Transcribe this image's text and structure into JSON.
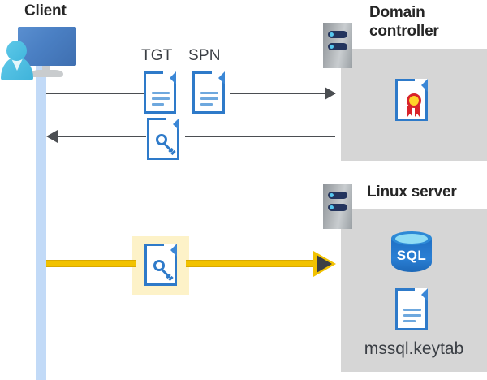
{
  "diagram": {
    "title_client": "Client",
    "title_domain_controller": "Domain controller",
    "title_linux_server": "Linux server",
    "labels": {
      "tgt": "TGT",
      "spn": "SPN",
      "sql": "SQL",
      "keytab_filename": "mssql.keytab"
    },
    "icons": {
      "client_user": "user-icon",
      "client_monitor": "monitor-icon",
      "dc_rack": "server-rack-icon",
      "linux_rack": "server-rack-icon",
      "tgt_doc": "document-icon",
      "spn_doc": "document-icon",
      "ticket_doc": "document-key-icon",
      "keytab_flow_doc": "document-key-icon",
      "certificate": "certificate-document-icon",
      "sql_database": "sql-database-icon",
      "keytab_file": "document-icon"
    },
    "flows": [
      {
        "name": "request-tgt-spn",
        "direction": "right",
        "from": "Client",
        "to": "Domain controller",
        "color": "#4b4e52"
      },
      {
        "name": "return-service-ticket",
        "direction": "left",
        "from": "Domain controller",
        "to": "Client",
        "color": "#4b4e52"
      },
      {
        "name": "authenticate-with-keytab",
        "direction": "right",
        "from": "Client",
        "to": "Linux server",
        "color": "#f2c200",
        "highlighted": true
      }
    ],
    "colors": {
      "panel_gray": "#d6d6d6",
      "lifeline_blue": "#c2daf7",
      "highlight_yellow": "#fdf2c8",
      "flow_yellow": "#f2c200",
      "doc_blue": "#2e7ac9",
      "title_text": "#262626"
    }
  }
}
